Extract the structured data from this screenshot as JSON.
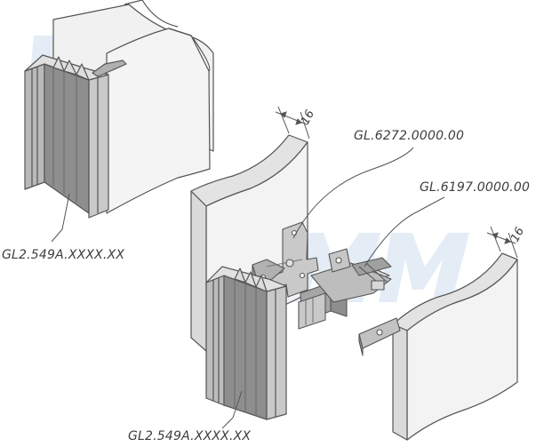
{
  "callouts": {
    "profile_top": "GL2.549A.XXXX.XX",
    "profile_bottom": "GL2.549A.XXXX.XX",
    "connector_cross": "GL.6272.0000.00",
    "connector_bracket": "GL.6197.0000.00"
  },
  "dimensions": {
    "panel_left_thickness": "16",
    "panel_right_thickness": "16"
  },
  "colors": {
    "panel_front": "#f1f1f1",
    "panel_side": "#dedede",
    "outline": "#555555",
    "profile_light": "#c9c9c9",
    "profile_dark": "#8e8e8e",
    "watermark": "#dbe7f3"
  }
}
